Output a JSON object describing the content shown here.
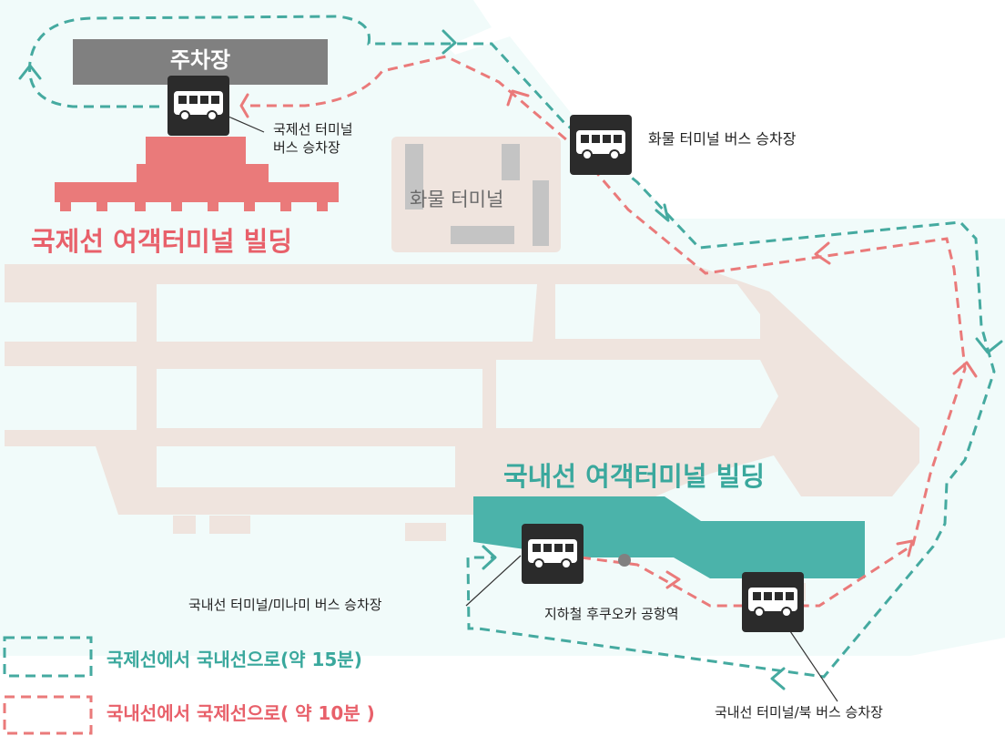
{
  "colors": {
    "teal_route": "#45aaa0",
    "red_route": "#ea7a7a",
    "international_building": "#ea7a7a",
    "domestic_building": "#4bb3aa",
    "parking": "#808080",
    "ground": "#f1fbfa",
    "runway": "#efe4de",
    "bus_icon_bg": "#2b2b2b"
  },
  "places": {
    "parking_lot": "주차장",
    "international_terminal": "국제선 여객터미널 빌딩",
    "domestic_terminal": "국내선 여객터미널 빌딩",
    "cargo_terminal": "화물 터미널"
  },
  "bus_stops": [
    {
      "icon": "bus-icon",
      "label_lines": [
        "국제선 터미널",
        "버스 승차장"
      ]
    },
    {
      "icon": "bus-icon",
      "label_lines": [
        "화물 터미널 버스 승차장"
      ]
    },
    {
      "icon": "bus-icon",
      "label_lines": [
        "국내선 터미널/미나미 버스 승차장"
      ]
    },
    {
      "icon": "bus-icon",
      "label_lines": [
        "국내선 터미널/북 버스 승차장"
      ]
    }
  ],
  "station": {
    "label": "지하철 후쿠오카 공항역"
  },
  "legend": [
    {
      "style": "dashed-teal",
      "text": "국제선에서 국내선으로(약 15분)"
    },
    {
      "style": "dashed-red",
      "text": "국내선에서 국제선으로( 약 10분 )"
    }
  ]
}
